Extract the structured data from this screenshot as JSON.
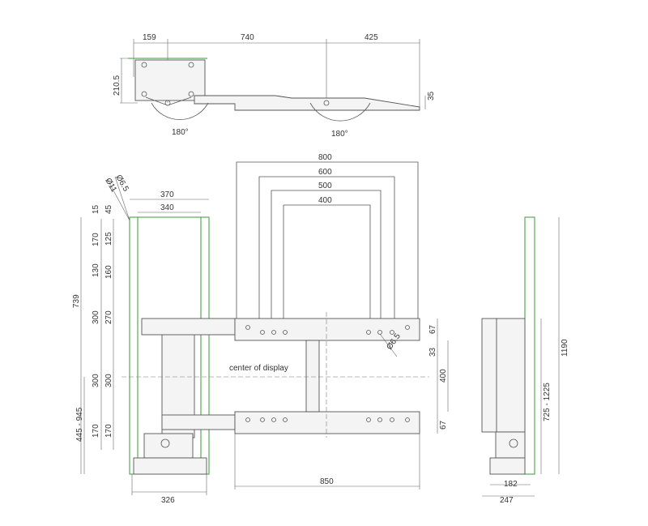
{
  "top_view": {
    "dims": {
      "left_offset": "159",
      "arm_length": "740",
      "display_half": "425",
      "height": "210.5",
      "thickness": "35"
    },
    "rotation_left": "180°",
    "rotation_right": "180°"
  },
  "front_view": {
    "hole_diameters": {
      "large": "Ø11",
      "small": "Ø6.5",
      "vesa_hole": "Ø6.5"
    },
    "wall_plate_width_outer": "370",
    "wall_plate_width_inner": "340",
    "vesa_widths": [
      "800",
      "600",
      "500",
      "400"
    ],
    "left_dims_outer": [
      "15",
      "170",
      "130",
      "300",
      "300",
      "170"
    ],
    "left_dims_inner": [
      "45",
      "125",
      "160",
      "270",
      "300",
      "170"
    ],
    "total_height": "739",
    "height_range": "445 - 945",
    "center_label": "center of display",
    "right_dims": [
      "67",
      "33",
      "400",
      "67"
    ],
    "base_width": "326",
    "bracket_width": "850"
  },
  "side_view": {
    "total_height": "1190",
    "height_range": "725 - 1225",
    "depth_inner": "182",
    "depth_outer": "247"
  },
  "colors": {
    "wall_plate": "#3a9a3a",
    "lines": "#555555"
  }
}
